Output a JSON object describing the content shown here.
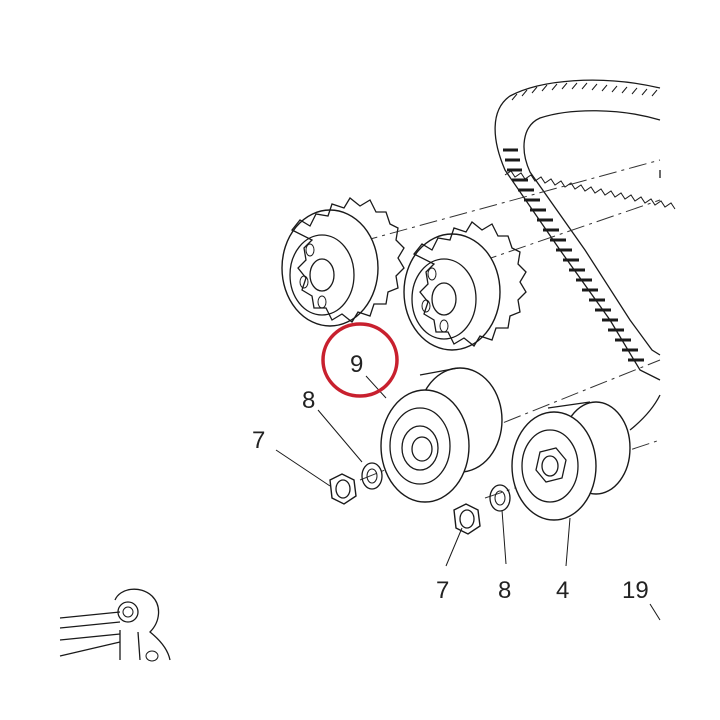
{
  "callouts": {
    "tensioner_pulley": "9",
    "washer_left": "8",
    "nut_left": "7",
    "nut_right": "7",
    "washer_right": "8",
    "idler_pulley": "4",
    "timing_belt": "19"
  },
  "highlight_color": "#c8202e"
}
